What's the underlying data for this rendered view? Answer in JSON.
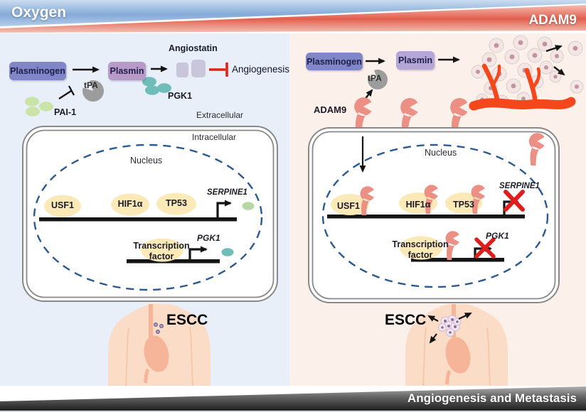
{
  "banners": {
    "oxygen": "Oxygen",
    "adam9": "ADAM9",
    "bottom": "Angiogenesis and Metastasis"
  },
  "left_panel": {
    "plasminogen": "Plasminogen",
    "plasmin": "Plasmin",
    "tpa": "tPA",
    "pai1": "PAI-1",
    "angiostatin": "Angiostatin",
    "angiogenesis": "Angiogenesis",
    "pgk1": "PGK1",
    "extracellular": "Extracellular",
    "intracellular": "Intracellular",
    "nucleus": "Nucleus",
    "usf1": "USF1",
    "hif1a": "HIF1α",
    "tp53": "TP53",
    "serpine1_gene": "SERPINE1",
    "tf_line1": "Transcription",
    "tf_line2": "factor",
    "pgk1_gene": "PGK1",
    "escc": "ESCC"
  },
  "right_panel": {
    "plasminogen": "Plasminogen",
    "plasmin": "Plasmin",
    "tpa": "tPA",
    "adam9_label": "ADAM9",
    "nucleus": "Nucleus",
    "usf1": "USF1",
    "hif1a": "HIF1α",
    "tp53": "TP53",
    "serpine1_gene": "SERPINE1",
    "tf_line1": "Transcription",
    "tf_line2": "factor",
    "pgk1_gene": "PGK1",
    "escc": "ESCC"
  },
  "colors": {
    "panel_left_bg": "#e8eff8",
    "panel_right_bg": "#fcf0ea",
    "plasminogen_box": "#8086c7",
    "plasmin_box_left": "#b79ac7",
    "plasmin_box_right": "#b4a6d6",
    "tpa_gray": "#9c9c9c",
    "pai1_green": "#c9e3a8",
    "pgk1_teal": "#6fbdb9",
    "angiostatin_lavender": "#c9c5db",
    "inhibition_red": "#e02318",
    "red_x": "#e01d1d",
    "adam9_pink": "#ec9086",
    "vessel_orange": "#f4481c",
    "nucleus_dash_blue": "#2a5a94",
    "tf_oval_yellow": "#fbeab8",
    "serpine1_product_green": "#b7d8a4",
    "banner_blue": "#8db1dd",
    "banner_red": "#e25e4d",
    "banner_gray": "#3a3a3a",
    "skin": "#fbdcc7",
    "organ": "#f6b598"
  }
}
